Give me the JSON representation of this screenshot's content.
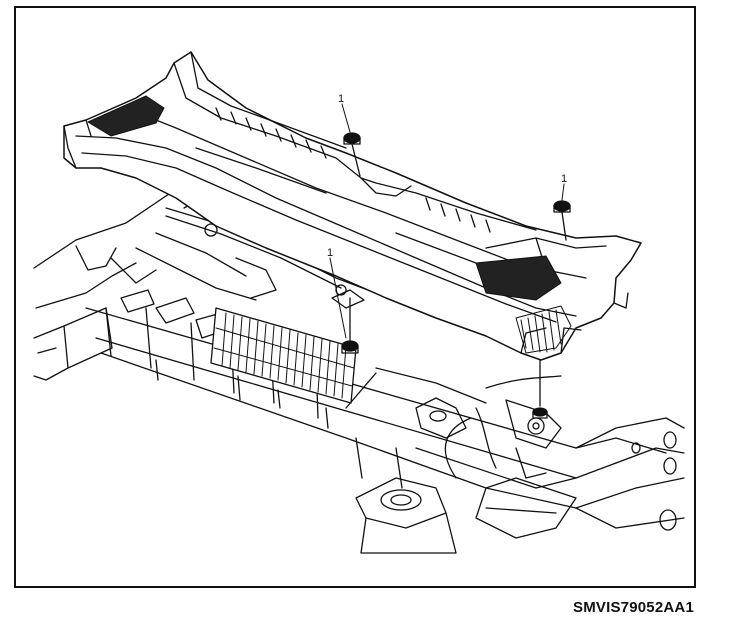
{
  "figure": {
    "code": "SMVIS79052AA1",
    "callouts": [
      "1",
      "1",
      "1"
    ]
  },
  "colors": {
    "ink": "#111111",
    "paper": "#ffffff"
  }
}
